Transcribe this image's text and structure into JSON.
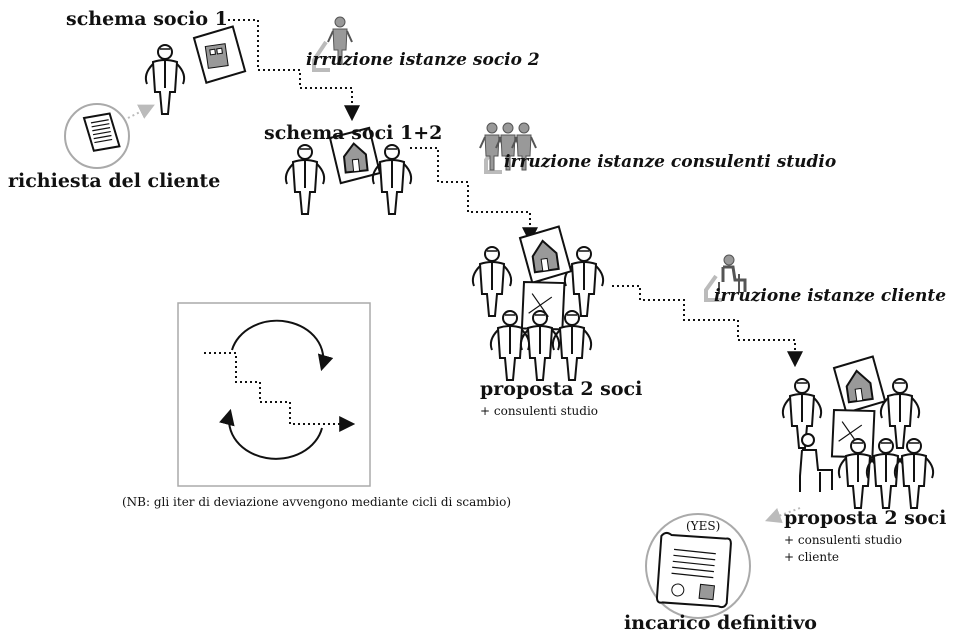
{
  "labels": {
    "schema_socio_1": "schema socio 1",
    "richiesta_del_cliente": "richiesta del cliente",
    "irruzione_socio_2": "irruzione istanze socio 2",
    "schema_soci_1_2": "schema soci 1+2",
    "irruzione_consulenti": "irruzione istanze consulenti studio",
    "proposta_2_soci_a": "proposta 2 soci",
    "proposta_2_soci_a_sub": "+ consulenti studio",
    "irruzione_cliente": "irruzione istanze cliente",
    "proposta_2_soci_b": "proposta 2 soci",
    "proposta_2_soci_b_sub1": "+ consulenti studio",
    "proposta_2_soci_b_sub2": "+ cliente",
    "yes": "(YES)",
    "incarico_definitivo": "incarico definitivo",
    "nb_note": "(NB: gli iter di deviazione avvengono mediante cicli di scambio)"
  },
  "icons": [
    "person-figure-icon",
    "document-icon",
    "house-plan-icon",
    "contract-icon",
    "seated-person-icon",
    "cycle-arrows-icon"
  ],
  "colors": {
    "ink": "#111111",
    "gray_arrow": "#bbbbbb",
    "circle": "#aaaaaa",
    "sheet": "#888888"
  }
}
